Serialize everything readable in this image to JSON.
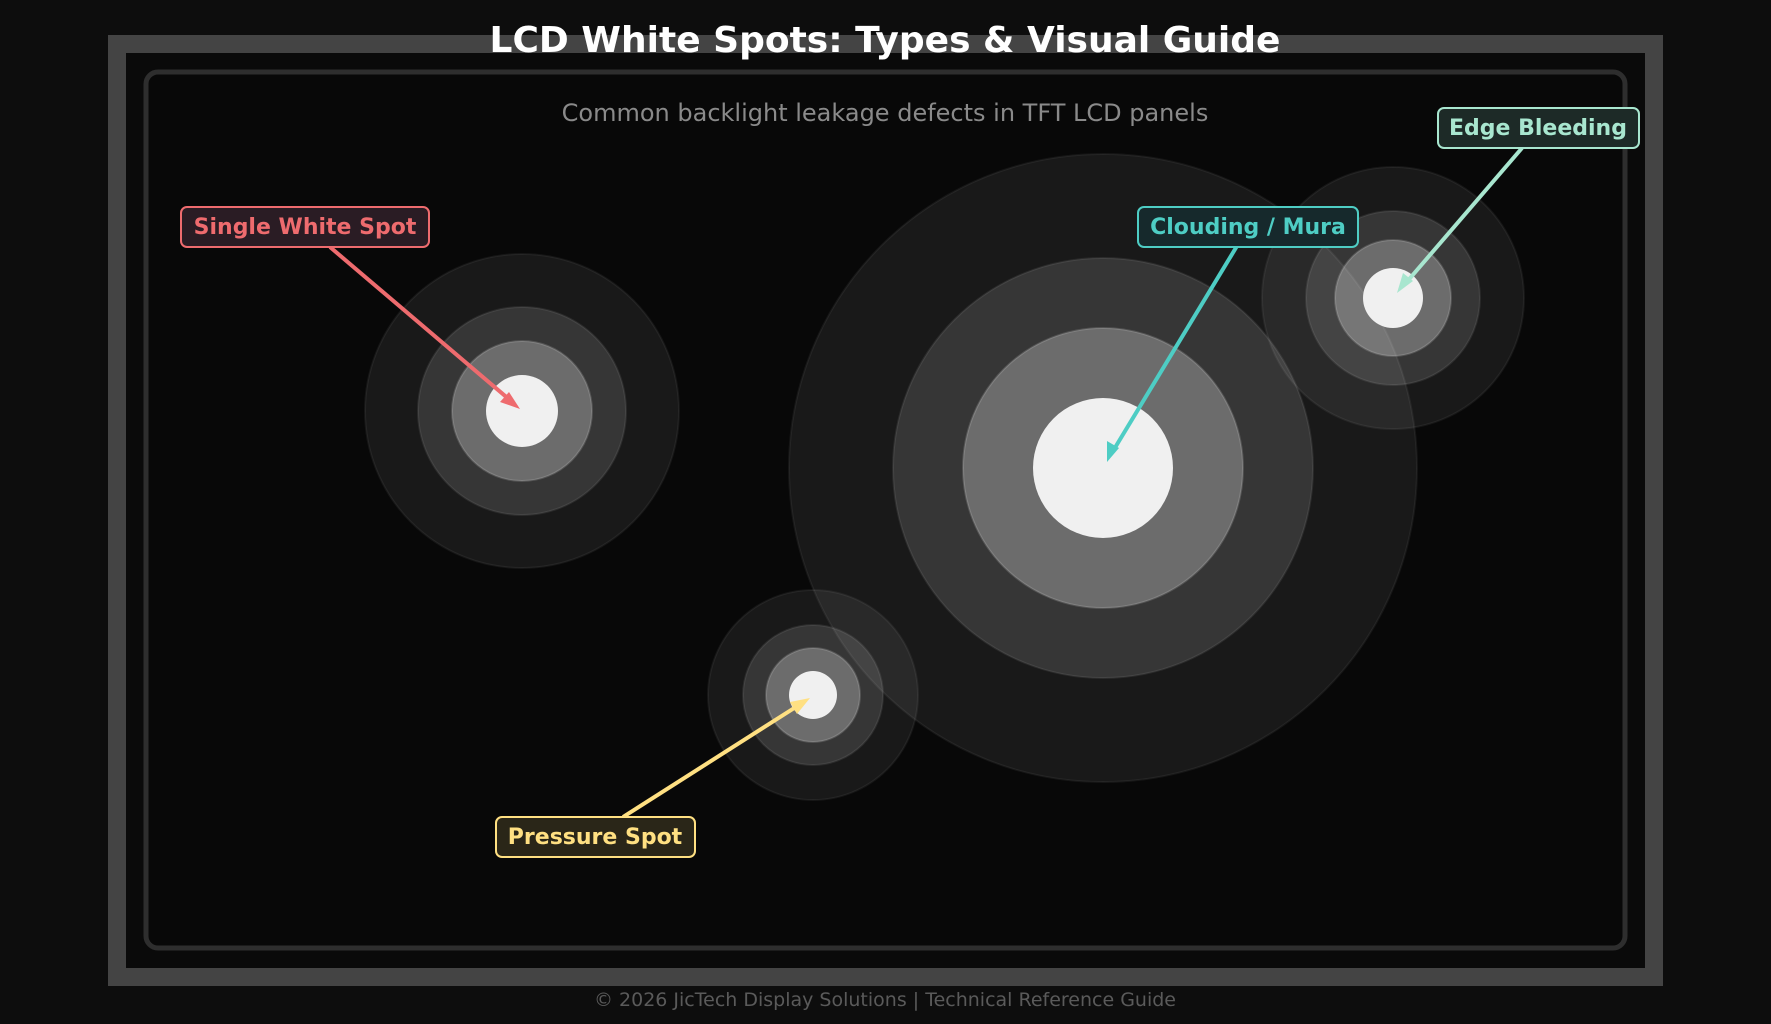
{
  "header": {
    "title": "LCD White Spots: Types & Visual Guide",
    "subtitle": "Common backlight leakage defects in TFT LCD panels"
  },
  "footer": {
    "text": "© 2026 JicTech Display Solutions | Technical Reference Guide"
  },
  "callouts": [
    {
      "id": "single",
      "label": "Single White Spot",
      "color": "#ee6b6e",
      "fill": "#2a1c24"
    },
    {
      "id": "clouding",
      "label": "Clouding / Mura",
      "color": "#4ecdc4",
      "fill": "#16292c"
    },
    {
      "id": "edge",
      "label": "Edge Bleeding",
      "color": "#a8e6cf",
      "fill": "#1d2a27"
    },
    {
      "id": "pressure",
      "label": "Pressure Spot",
      "color": "#ffe082",
      "fill": "#2a2618"
    }
  ],
  "colors": {
    "background": "#0d0d0d",
    "bezel": "#444444",
    "screen": "#080808",
    "spot_core": "#f0f0f0"
  }
}
